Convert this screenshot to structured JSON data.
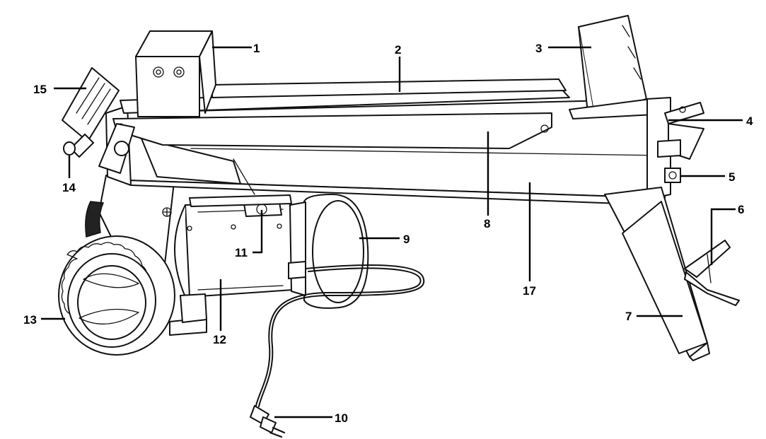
{
  "callouts": [
    {
      "id": "1",
      "label": "1"
    },
    {
      "id": "2",
      "label": "2"
    },
    {
      "id": "3",
      "label": "3"
    },
    {
      "id": "4",
      "label": "4"
    },
    {
      "id": "5",
      "label": "5"
    },
    {
      "id": "6",
      "label": "6"
    },
    {
      "id": "7",
      "label": "7"
    },
    {
      "id": "8",
      "label": "8"
    },
    {
      "id": "9",
      "label": "9"
    },
    {
      "id": "10",
      "label": "10"
    },
    {
      "id": "11",
      "label": "11"
    },
    {
      "id": "12",
      "label": "12"
    },
    {
      "id": "13",
      "label": "13"
    },
    {
      "id": "14",
      "label": "14"
    },
    {
      "id": "15",
      "label": "15"
    },
    {
      "id": "17",
      "label": "17"
    }
  ]
}
